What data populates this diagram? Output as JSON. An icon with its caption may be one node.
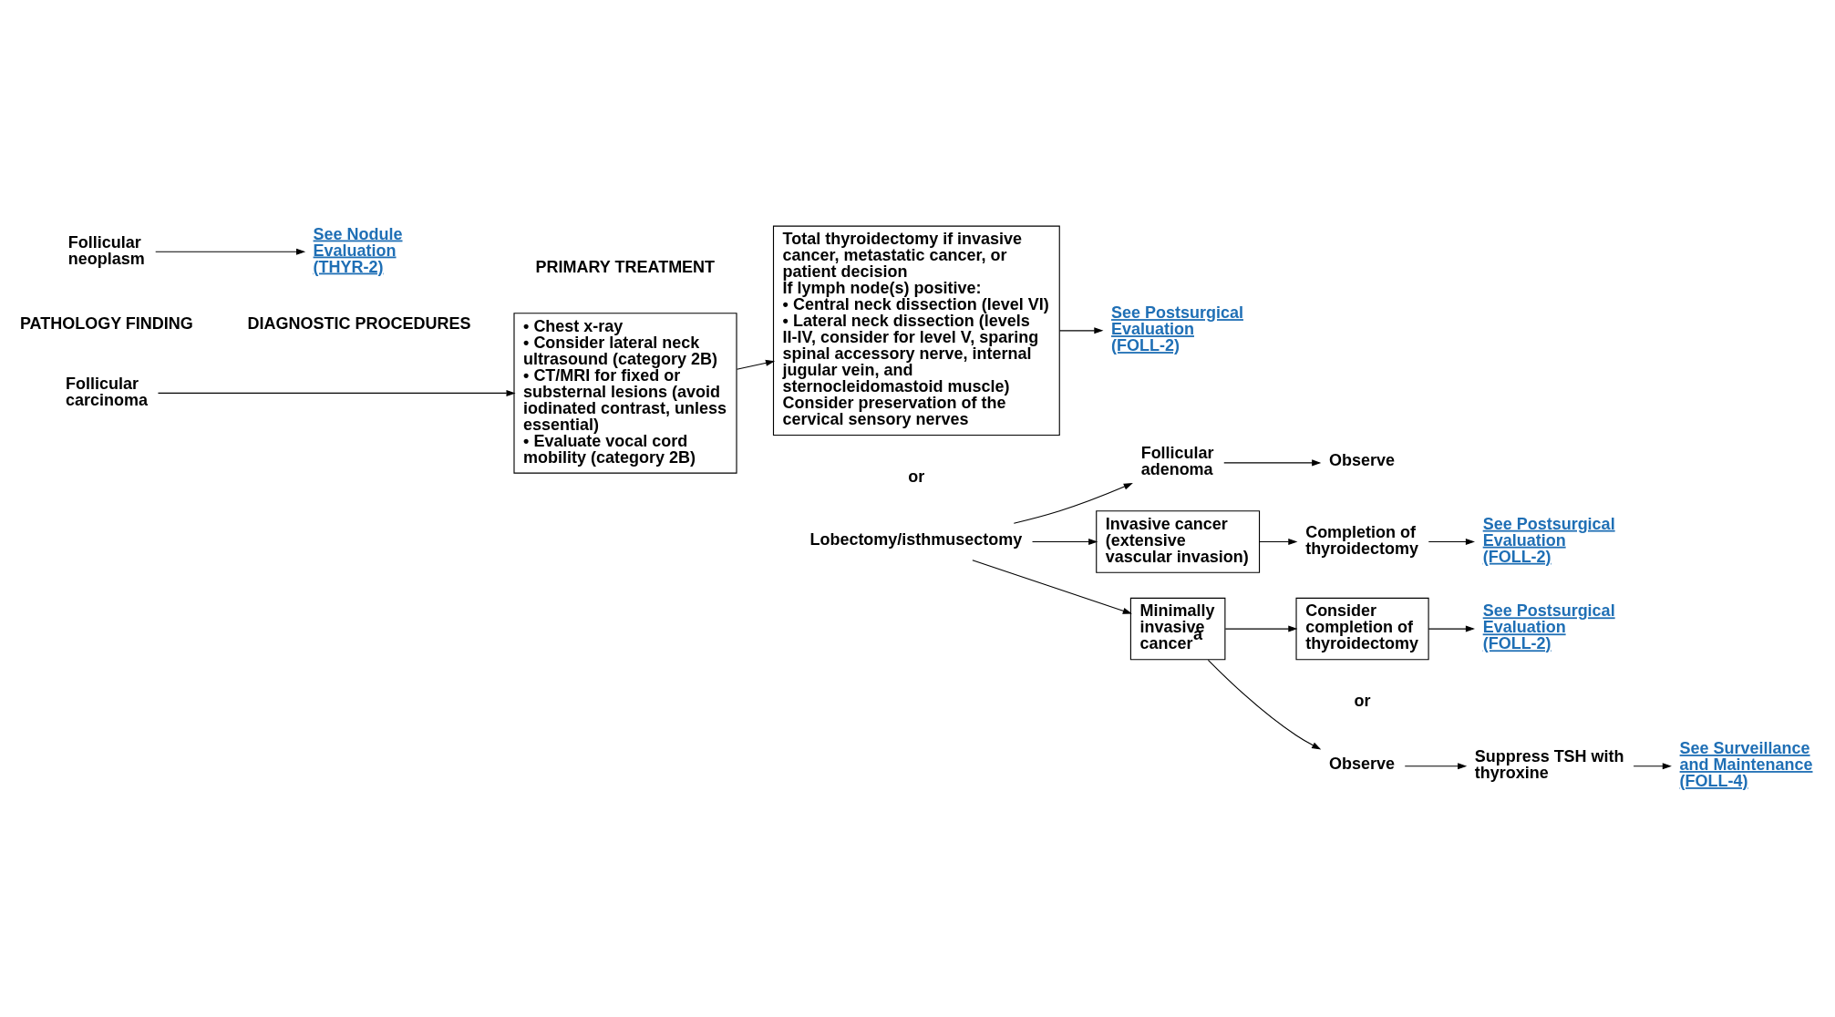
{
  "diagram": {
    "nodes": [
      {
        "text": [
          "Follicular carcinoma"
        ]
      },
      {
        "text": [
          "• Chest x-ray",
          "• Consider lateral neck ultrasound (category 2B)",
          "• CT/MRI for fixed or substernal lesions (avoid iodinated contrast, unless essential)",
          "• Evaluate vocal cord mobility (category 2B)"
        ]
      },
      {
        "text": [
          "Total thyroidectomy if invasive cancer, metastatic cancer, or patient decision",
          "If lymph node(s) positive:",
          "• Central neck dissection (level VI)",
          "• Lateral neck dissection (levels II-IV, consider for level V, sparing spinal accessory nerve, internal jugular vein, and sternocleidomastoid muscle)",
          "Consider preservation of the cervical sensory nerves"
        ]
      },
      {
        "text": [
          "Lobectomy/isthmusectomy"
        ]
      },
      {
        "text": [
          "See Postsurgical Evaluation (FOLL-2)"
        ]
      },
      {
        "text": [
          "Invasive cancer (extensive vascular invasion)"
        ]
      },
      {
        "text": [
          "Completion of thyroidectomy"
        ]
      },
      {
        "text": [
          "See Postsurgical Evaluation (FOLL-2)"
        ]
      },
      {
        "text": [
          "Minimally invasive cancer$^{a}$"
        ]
      },
      {
        "text": [
          "Consider completion of thyroidectomy"
        ]
      },
      {
        "text": [
          "See Postsurgical Evaluation (FOLL-2)"
        ]
      },
      {
        "text": [
          "Observe"
        ]
      },
      {
        "text": [
          "Suppress TSH with thyroxine"
        ]
      },
      {
        "text": [
          "Follicular adenoma"
        ]
      },
      {
        "text": [
          "Observe"
        ]
      },
      {
        "text": [
          "See Surveillance and Maintenance (FOLL-4)"
        ]
      },
      {
        "text": [
          "Follicular neoplasm"
        ]
      },
      {
        "text": [
          "See Nodule Evaluation (THYR-2)"
        ]
      }
    ],
    "edges": [
      {
        "from": 0,
        "to": 1,
        "arrow": "to"
      },
      {
        "from": 1,
        "to": 2,
        "arrow": "to"
      },
      {
        "from": 2,
        "to": 4,
        "arrow": "to"
      },
      {
        "from": 3,
        "to": 5,
        "arrow": "to"
      },
      {
        "from": 3,
        "to": 8,
        "arrow": "to"
      },
      {
        "from": 3,
        "to": 13,
        "arrow": "to"
      },
      {
        "from": 5,
        "to": 6,
        "arrow": "to"
      },
      {
        "from": 6,
        "to": 7,
        "arrow": "to"
      },
      {
        "from": 8,
        "to": 9,
        "arrow": "to"
      },
      {
        "from": 8,
        "to": 11,
        "arrow": "to"
      },
      {
        "from": 9,
        "to": 10,
        "arrow": "to"
      },
      {
        "from": 11,
        "to": 12,
        "arrow": "to"
      },
      {
        "from": 12,
        "to": 15,
        "arrow": "to"
      },
      {
        "from": 13,
        "to": 14,
        "arrow": "to"
      },
      {
        "from": 16,
        "to": 17,
        "arrow": "to"
      }
    ],
    "labels": [
      "PATHOLOGY FINDING",
      "DIAGNOSTIC PROCEDURES",
      "PRIMARY TREATMENT",
      "or",
      "or"
    ]
  }
}
